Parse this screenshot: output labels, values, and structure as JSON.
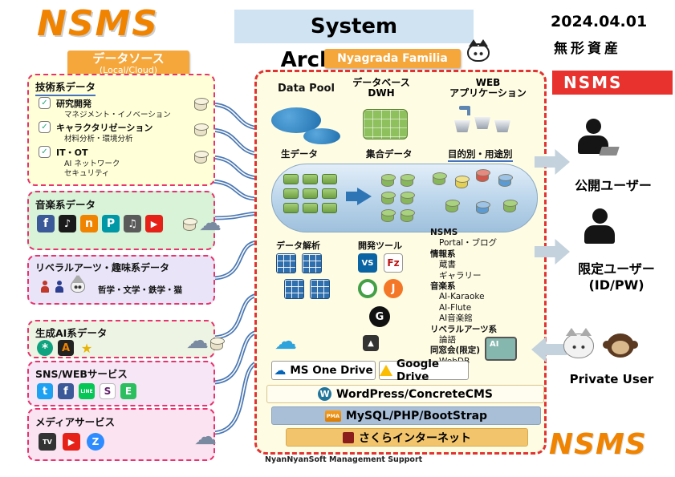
{
  "header": {
    "logo": "NSMS",
    "title": "System Architecture",
    "date": "2024.04.01",
    "tagline": "無形資産"
  },
  "datasource": {
    "header": "データソース",
    "subheader": "(Local/Cloud)",
    "tech": {
      "title": "技術系データ",
      "groups": [
        {
          "h": "研究開発",
          "d1": "マネジメント・イノベーション",
          "d2": ""
        },
        {
          "h": "キャラクタリゼーション",
          "d1": "材料分析・環境分析",
          "d2": ""
        },
        {
          "h": "IT・OT",
          "d1": "AI ネットワーク",
          "d2": "セキュリティ"
        }
      ]
    },
    "music": {
      "title": "音楽系データ",
      "icons": [
        {
          "name": "facebook-icon",
          "glyph": "f"
        },
        {
          "name": "music-app-icon",
          "glyph": "♪"
        },
        {
          "name": "note-app-icon",
          "glyph": "n"
        },
        {
          "name": "pandora-icon",
          "glyph": "P"
        },
        {
          "name": "keyboard-icon",
          "glyph": "♫"
        },
        {
          "name": "youtube-icon",
          "glyph": "▶"
        }
      ]
    },
    "liberal": {
      "title": "リベラルアーツ・趣味系データ",
      "desc": "哲学・文学・鉄学・猫"
    },
    "genai": {
      "title": "生成AI系データ",
      "icons": [
        {
          "name": "openai-icon",
          "glyph": "*"
        },
        {
          "name": "adobe-icon",
          "glyph": "A"
        },
        {
          "name": "sparkle-icon",
          "glyph": "★"
        }
      ]
    },
    "sns": {
      "title": "SNS/WEBサービス",
      "icons": [
        {
          "name": "twitter-icon",
          "glyph": "t"
        },
        {
          "name": "facebook-icon",
          "glyph": "f"
        },
        {
          "name": "line-icon",
          "glyph": "LINE"
        },
        {
          "name": "slack-icon",
          "glyph": "S"
        },
        {
          "name": "evernote-icon",
          "glyph": "E"
        }
      ]
    },
    "media": {
      "title": "メディアサービス",
      "icons": [
        {
          "name": "niconico-icon",
          "glyph": "TV"
        },
        {
          "name": "youtube-icon",
          "glyph": "▶"
        },
        {
          "name": "zoom-icon",
          "glyph": "Z"
        }
      ]
    }
  },
  "center": {
    "header": "Nyagrada Familia",
    "col1": "Data Pool",
    "col2a": "データベース",
    "col2b": "DWH",
    "col3a": "WEB",
    "col3b": "アプリケーション",
    "raw_label": "生データ",
    "agg_label": "集合データ",
    "purpose_label": "目的別・用途別",
    "analysis_label": "データ解析",
    "devtools_label": "開発ツール",
    "devtool_glyphs": {
      "vscode": "VS",
      "filezilla": "Fz",
      "jupyter": "J",
      "github": "G",
      "app": "▲"
    },
    "menu": {
      "items": [
        {
          "label": "NSMS"
        },
        {
          "label": "Portal・ブログ"
        },
        {
          "label": "情報系"
        },
        {
          "label": "蔵書"
        },
        {
          "label": "ギャラリー"
        },
        {
          "label": "音楽系"
        },
        {
          "label": "AI-Karaoke"
        },
        {
          "label": "AI-Flute"
        },
        {
          "label": "AI音楽館"
        },
        {
          "label": "リベラルアーツ系"
        },
        {
          "label": "論語"
        },
        {
          "label": "同窓会(限定)"
        },
        {
          "label": "WebDB"
        }
      ]
    },
    "ai_badge": "AI",
    "storage": {
      "onedrive": "MS One Drive",
      "gdrive": "Google Drive"
    },
    "stack": {
      "cms": "WordPress/ConcreteCMS",
      "db": "MySQL/PHP/BootStrap",
      "host": "さくらインターネット"
    },
    "stack_icons": {
      "wordpress": "W",
      "phpmyadmin": "PMA"
    }
  },
  "users": {
    "nsms": "NSMS",
    "public": "公開ユーザー",
    "limited1": "限定ユーザー",
    "limited2": "(ID/PW)",
    "private": "Private User"
  },
  "footer": {
    "credit": "NyanNyanSoft Management Support",
    "logo": "NSMS"
  },
  "glyphs": {
    "cloud": "☁",
    "check": "✓"
  },
  "colors": {
    "accent_orange": "#f5a73b",
    "logo_orange": "#f08300",
    "box_border_pink": "#e8336d",
    "center_border_red": "#e23333",
    "connector_blue": "#4a78b8",
    "title_bg": "#cfe3f2",
    "nsms_red": "#e8322e"
  }
}
